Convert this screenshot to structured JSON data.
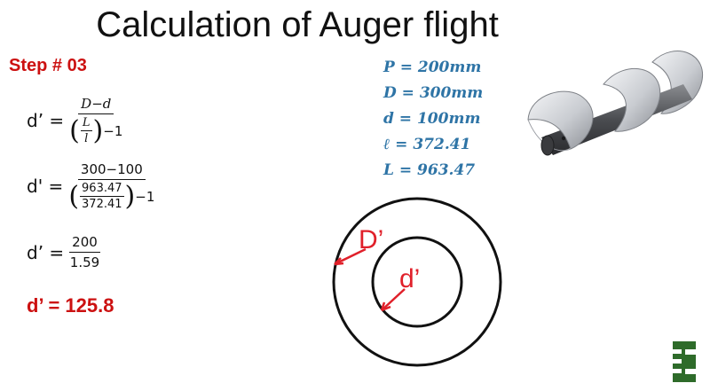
{
  "slide": {
    "title": "Calculation of Auger flight",
    "step": "Step # 03"
  },
  "formula": {
    "lhs": "d’ =",
    "numerator": "D−d",
    "den_L": "L",
    "den_l": "l",
    "den_tail": "−1"
  },
  "substitution": {
    "lhs": "d' =",
    "numerator": "300−100",
    "inner_num": "963.47",
    "inner_den": "372.41",
    "den_tail": "−1"
  },
  "simplified": {
    "lhs": "d’ =",
    "numerator": "200",
    "denominator": "1.59"
  },
  "result": "d’ = 125.8",
  "values": [
    "P = 200mm",
    "D = 300mm",
    "d = 100mm",
    "ℓ = 372.41",
    "L = 963.47"
  ],
  "diagram": {
    "outer_label": "D’",
    "inner_label": "d’"
  },
  "colors": {
    "step": "#cc1111",
    "result": "#cc1111",
    "values": "#2e74a6",
    "annotation": "#e0202a",
    "logo": "#2e6b2a"
  }
}
